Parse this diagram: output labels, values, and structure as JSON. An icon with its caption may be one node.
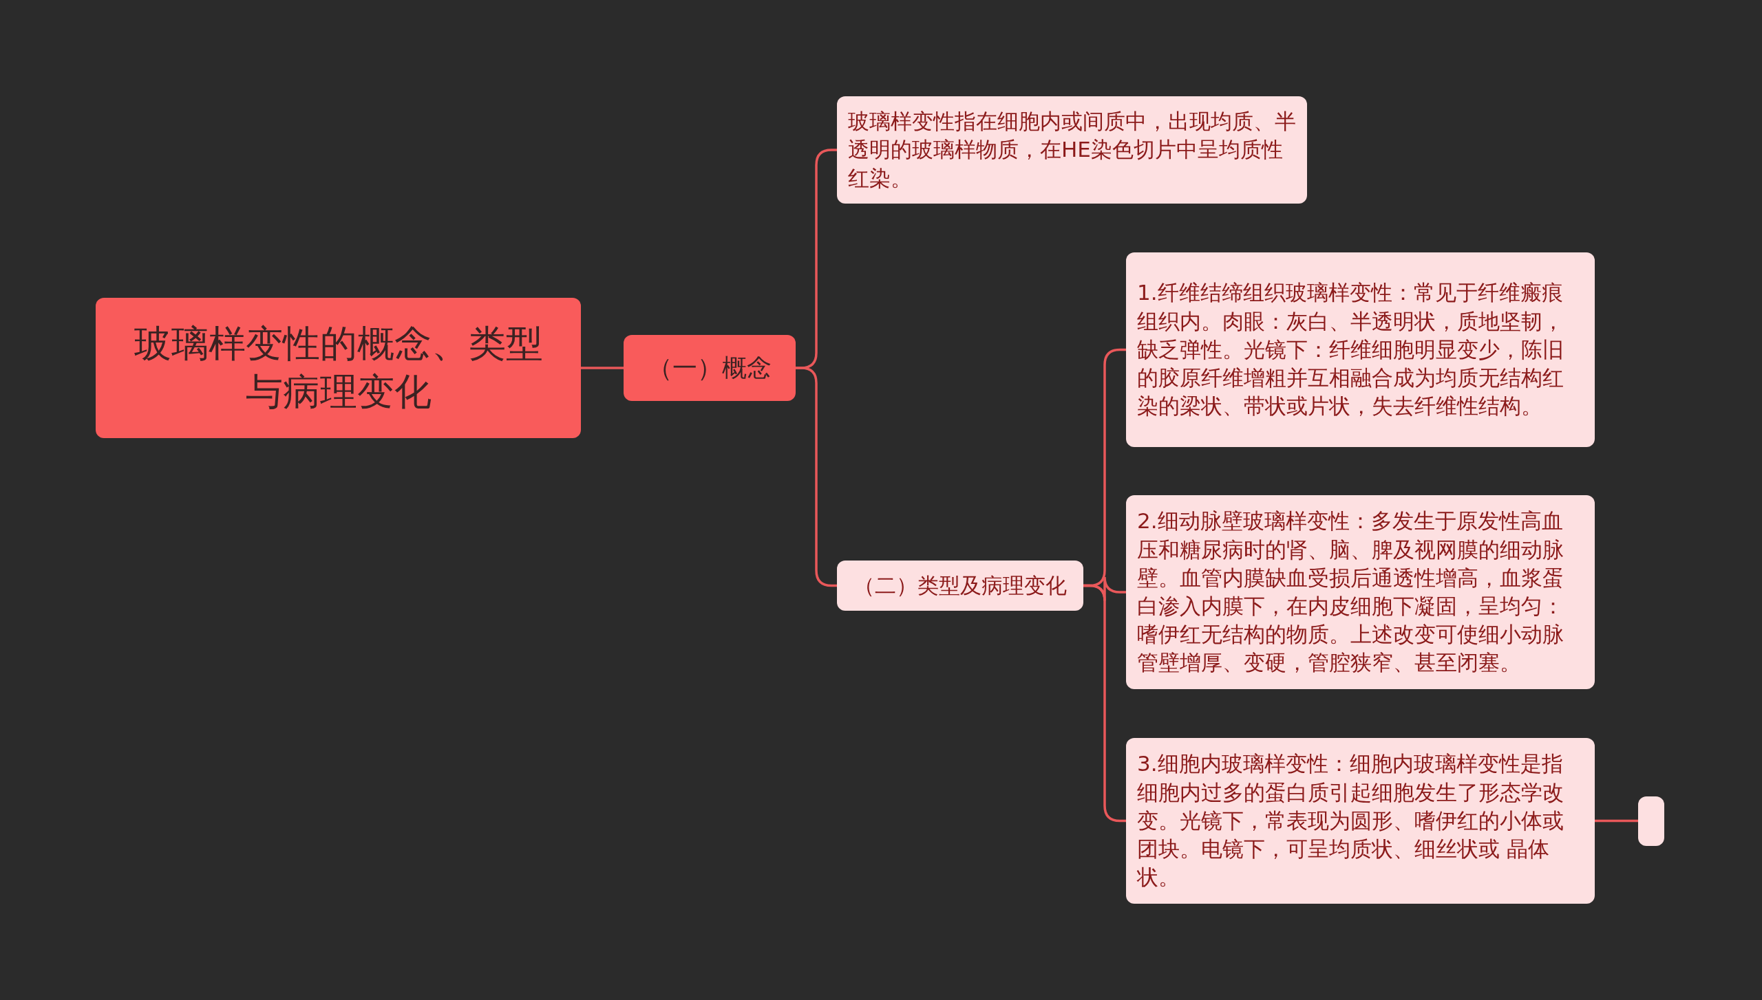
{
  "diagram": {
    "nodes": [
      {
        "text": [
          "玻璃样变性的概念、类型与病理变化"
        ]
      },
      {
        "text": [
          "（一）概念"
        ]
      },
      {
        "text": [
          "玻璃样变性指在细胞内或间质中，出现均质、半透明的玻璃样物质，在HE染色切片中呈均质性红染。"
        ]
      },
      {
        "text": [
          "（二）类型及病理变化"
        ]
      },
      {
        "text": [
          "1.纤维结缔组织玻璃样变性：常见于纤维瘢痕组织内。肉眼：灰白、半透明状，质地坚韧，缺乏弹性。光镜下：纤维细胞明显变少，陈旧的胶原纤维增粗并互相融合成为均质无结构红染的梁状、带状或片状，失去纤维性结构。"
        ]
      },
      {
        "text": [
          "2.细动脉壁玻璃样变性：多发生于原发性高血压和糖尿病时的肾、脑、脾及视网膜的细动脉壁。血管内膜缺血受损后通透性增高，血浆蛋白渗入内膜下，在内皮细胞下凝固，呈均匀：嗜伊红无结构的物质。上述改变可使细小动脉管壁增厚、变硬，管腔狭窄、甚至闭塞。"
        ]
      },
      {
        "text": [
          "3.细胞内玻璃样变性：细胞内玻璃样变性是指细胞内过多的蛋白质引起细胞发生了形态学改变。光镜下，常表现为圆形、嗜伊红的小体或团块。电镜下，可呈均质状、细丝状或 晶体状。"
        ]
      },
      {
        "text": [],
        "shape": "box"
      }
    ],
    "edges": [
      {
        "from": 0,
        "to": 1,
        "arrow": "none"
      },
      {
        "from": 1,
        "to": 2,
        "arrow": "none"
      },
      {
        "from": 1,
        "to": 3,
        "arrow": "none"
      },
      {
        "from": 3,
        "to": 4,
        "arrow": "none"
      },
      {
        "from": 3,
        "to": 5,
        "arrow": "none"
      },
      {
        "from": 3,
        "to": 6,
        "arrow": "none"
      },
      {
        "from": 6,
        "to": 7,
        "arrow": "none"
      }
    ]
  }
}
